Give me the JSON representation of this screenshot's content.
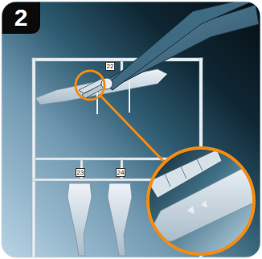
{
  "diagram": {
    "labels": [
      "2",
      "22",
      "23",
      "24"
    ]
  }
}
